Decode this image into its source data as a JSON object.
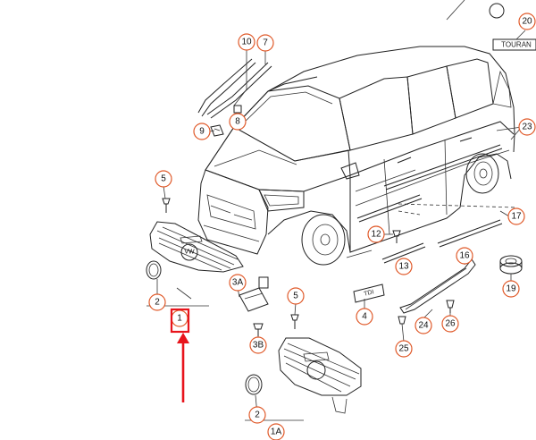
{
  "diagram": {
    "callouts": [
      {
        "id": "c10",
        "label": "10"
      },
      {
        "id": "c7",
        "label": "7"
      },
      {
        "id": "c8",
        "label": "8"
      },
      {
        "id": "c9",
        "label": "9"
      },
      {
        "id": "c5a",
        "label": "5"
      },
      {
        "id": "c2a",
        "label": "2"
      },
      {
        "id": "c1",
        "label": "1"
      },
      {
        "id": "c3A",
        "label": "3A"
      },
      {
        "id": "c5b",
        "label": "5"
      },
      {
        "id": "c3B",
        "label": "3B"
      },
      {
        "id": "c2b",
        "label": "2"
      },
      {
        "id": "c1A",
        "label": "1A"
      },
      {
        "id": "c12",
        "label": "12"
      },
      {
        "id": "c13",
        "label": "13"
      },
      {
        "id": "c4",
        "label": "4"
      },
      {
        "id": "c16",
        "label": "16"
      },
      {
        "id": "c24",
        "label": "24"
      },
      {
        "id": "c25",
        "label": "25"
      },
      {
        "id": "c26",
        "label": "26"
      },
      {
        "id": "c17",
        "label": "17"
      },
      {
        "id": "c19",
        "label": "19"
      },
      {
        "id": "c23",
        "label": "23"
      },
      {
        "id": "c20",
        "label": "20"
      }
    ],
    "emblem_text": "VW",
    "badge_text": "TOURAN",
    "highlight_color": "#e8141c",
    "callout_color": "#e05a2a"
  }
}
